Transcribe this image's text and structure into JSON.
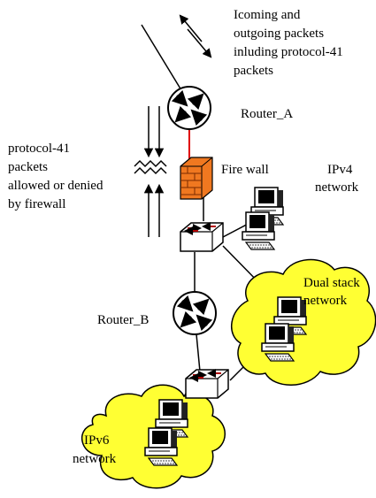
{
  "labels": {
    "packets_caption": [
      "Icoming and",
      "outgoing packets",
      "inluding protocol-41",
      "packets"
    ],
    "router_a": "Router_A",
    "router_b": "Router_B",
    "firewall": "Fire wall",
    "firewall_note": [
      "protocol-41",
      "packets",
      "allowed or denied",
      "by firewall"
    ],
    "ipv4": [
      "IPv4",
      "network"
    ],
    "dual_stack": [
      "Dual stack",
      "network"
    ],
    "ipv6": [
      "IPv6",
      "network"
    ]
  },
  "colors": {
    "cloud": "#ffff33",
    "firewall": "#f07820",
    "firewall_link": "#e00000",
    "line": "#000000"
  }
}
